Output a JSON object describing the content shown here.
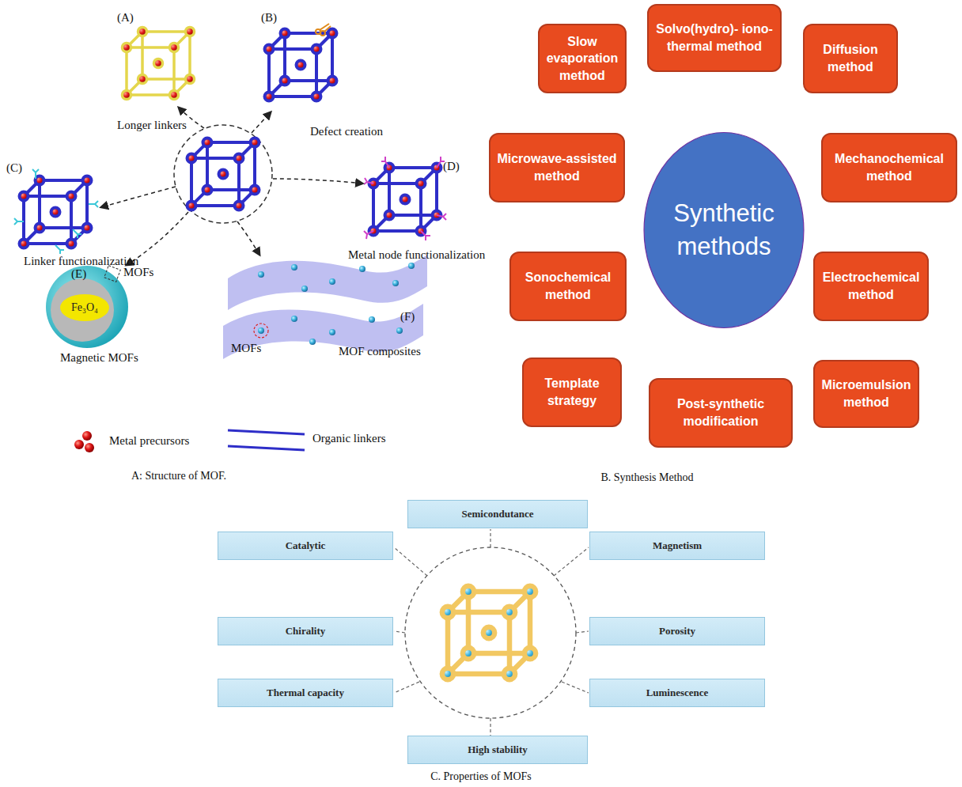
{
  "diagram": {
    "nodes": [
      {
        "text": [
          "Fe₃O₄"
        ]
      },
      {
        "text": [
          "Slow evaporation method"
        ]
      },
      {
        "text": [
          "Solvo(hydro)- iono-thermal method"
        ]
      },
      {
        "text": [
          "Diffusion method"
        ]
      },
      {
        "text": [
          "Microwave-assisted method"
        ]
      },
      {
        "text": [
          "Synthetic methods"
        ]
      },
      {
        "text": [
          "Mechanochemical method"
        ]
      },
      {
        "text": [
          "Sonochemical method"
        ]
      },
      {
        "text": [
          "Electrochemical method"
        ]
      },
      {
        "text": [
          "Template strategy"
        ]
      },
      {
        "text": [
          "Post-synthetic modification"
        ]
      },
      {
        "text": [
          "Microemulsion method"
        ]
      },
      {
        "text": [
          "Semicondutance"
        ]
      },
      {
        "text": [
          "Catalytic"
        ]
      },
      {
        "text": [
          "Magnetism"
        ]
      },
      {
        "text": [
          "Chirality"
        ]
      },
      {
        "text": [
          "Porosity"
        ]
      },
      {
        "text": [
          "Thermal capacity"
        ]
      },
      {
        "text": [
          "Luminescence"
        ]
      },
      {
        "text": [
          "High stability"
        ]
      }
    ],
    "labels": [
      "(A)",
      "Longer linkers",
      "(B)",
      "Defect creation",
      "(C)",
      "Linker functionalization",
      "(D)",
      "Metal node functionalization",
      "(E)",
      "MOFs",
      "Magnetic MOFs",
      "(F)",
      "MOFs",
      "MOF composites",
      "A: Structure of MOF.",
      "B. Synthesis Method",
      "C. Properties of MOFs"
    ],
    "legend": [
      {
        "text": "Metal precursors"
      },
      {
        "text": "Organic linkers"
      }
    ]
  }
}
